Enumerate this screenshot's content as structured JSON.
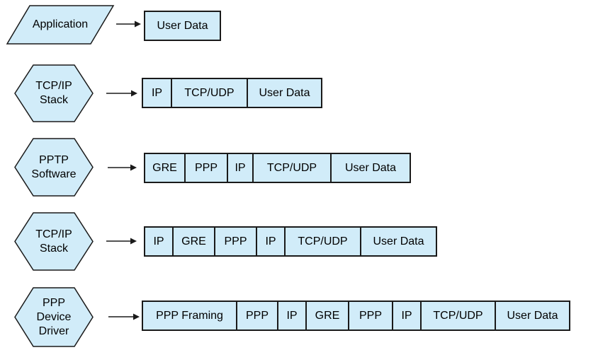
{
  "colors": {
    "shape_fill": "#d1ecf9",
    "line": "#1a1a1a",
    "background": "#ffffff"
  },
  "rows": [
    {
      "shape": {
        "type": "parallelogram",
        "label_lines": [
          "Application"
        ]
      },
      "segments": [
        {
          "label": "User Data",
          "width": 109
        }
      ]
    },
    {
      "shape": {
        "type": "hexagon",
        "label_lines": [
          "TCP/IP",
          "Stack"
        ]
      },
      "segments": [
        {
          "label": "IP",
          "width": 43
        },
        {
          "label": "TCP/UDP",
          "width": 107
        },
        {
          "label": "User Data",
          "width": 105
        }
      ]
    },
    {
      "shape": {
        "type": "hexagon",
        "label_lines": [
          "PPTP",
          "Software"
        ]
      },
      "segments": [
        {
          "label": "GRE",
          "width": 59
        },
        {
          "label": "PPP",
          "width": 60
        },
        {
          "label": "IP",
          "width": 36
        },
        {
          "label": "TCP/UDP",
          "width": 110
        },
        {
          "label": "User Data",
          "width": 112
        }
      ]
    },
    {
      "shape": {
        "type": "hexagon",
        "label_lines": [
          "TCP/IP",
          "Stack"
        ]
      },
      "segments": [
        {
          "label": "IP",
          "width": 42
        },
        {
          "label": "GRE",
          "width": 59
        },
        {
          "label": "PPP",
          "width": 59
        },
        {
          "label": "IP",
          "width": 40
        },
        {
          "label": "TCP/UDP",
          "width": 107
        },
        {
          "label": "User Data",
          "width": 107
        }
      ]
    },
    {
      "shape": {
        "type": "hexagon",
        "label_lines": [
          "PPP",
          "Device",
          "Driver"
        ]
      },
      "segments": [
        {
          "label": "PPP Framing",
          "width": 135
        },
        {
          "label": "PPP",
          "width": 58
        },
        {
          "label": "IP",
          "width": 40
        },
        {
          "label": "GRE",
          "width": 60
        },
        {
          "label": "PPP",
          "width": 62
        },
        {
          "label": "IP",
          "width": 40
        },
        {
          "label": "TCP/UDP",
          "width": 105
        },
        {
          "label": "User Data",
          "width": 105
        }
      ]
    }
  ]
}
